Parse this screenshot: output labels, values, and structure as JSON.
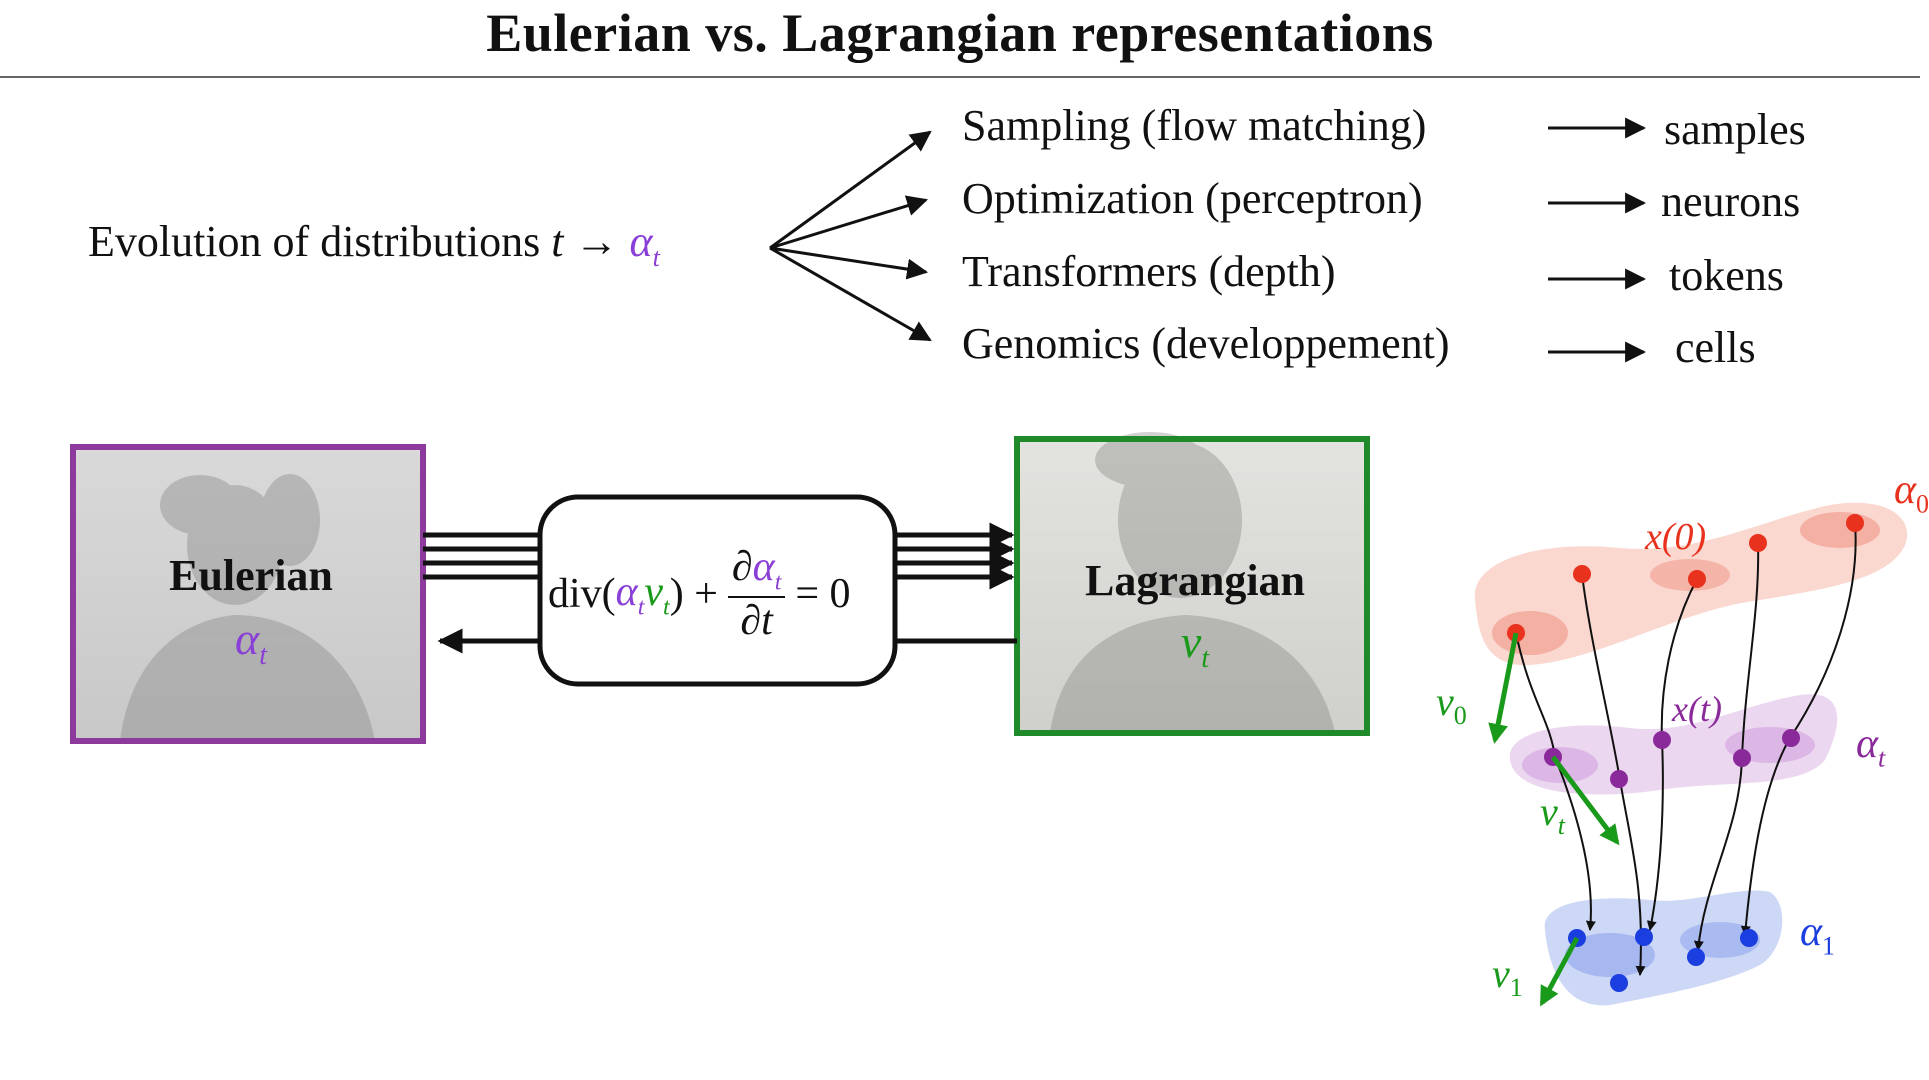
{
  "title": "Eulerian vs. Lagrangian representations",
  "evolution": {
    "text": "Evolution of distributions",
    "t": "t",
    "arrow": "→",
    "alpha": "α",
    "sub": "t"
  },
  "applications": [
    {
      "label": "Sampling (flow matching)",
      "result": "samples"
    },
    {
      "label": "Optimization (perceptron)",
      "result": "neurons"
    },
    {
      "label": "Transformers (depth)",
      "result": "tokens"
    },
    {
      "label": "Genomics (developpement)",
      "result": "cells"
    }
  ],
  "eulerian": {
    "label": "Eulerian",
    "symbol": "α",
    "sub": "t",
    "color": "#8a3fd6"
  },
  "lagrangian": {
    "label": "Lagrangian",
    "symbol": "v",
    "sub": "t",
    "color": "#1a9a1a"
  },
  "equation": {
    "div": "div(",
    "alpha": "α",
    "alpha_sub": "t",
    "v": "v",
    "v_sub": "t",
    "close": ") +",
    "num_partial": "∂",
    "num_alpha": "α",
    "num_sub": "t",
    "den": "∂t",
    "rhs": "= 0"
  },
  "flow_diagram": {
    "alpha0": {
      "sym": "α",
      "sub": "0",
      "color": "#e8321e"
    },
    "x0": "x(0)",
    "xt": "x(t)",
    "alphat": {
      "sym": "α",
      "sub": "t",
      "color": "#8a2a9a"
    },
    "alpha1": {
      "sym": "α",
      "sub": "1",
      "color": "#1a3ee0"
    },
    "v0": {
      "sym": "v",
      "sub": "0"
    },
    "vt": {
      "sym": "v",
      "sub": "t"
    },
    "v1": {
      "sym": "v",
      "sub": "1"
    },
    "green": "#1a9a1a"
  }
}
